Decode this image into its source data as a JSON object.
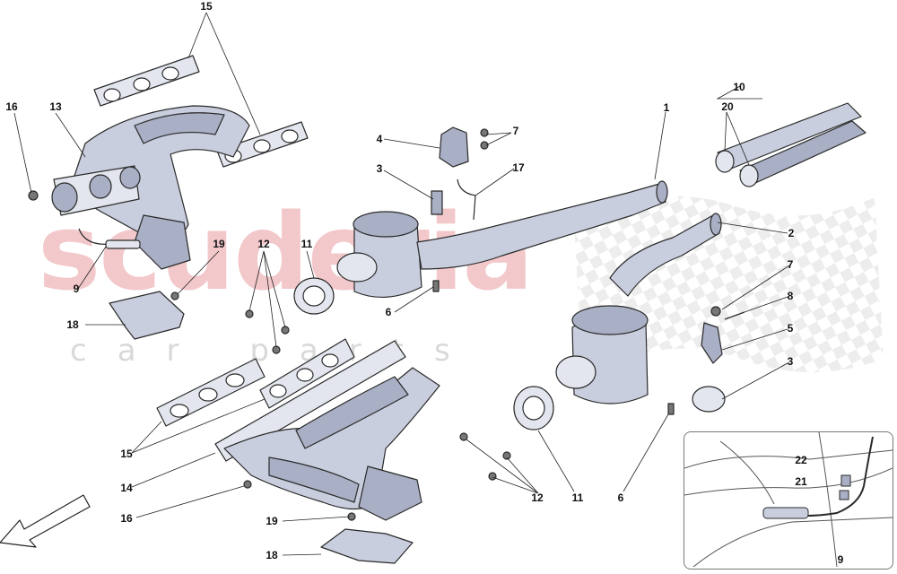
{
  "watermark": {
    "primary": "scuderia",
    "secondary": "car parts",
    "color_primary": "#f2c8cb",
    "color_checker": "#e6e6e6"
  },
  "colors": {
    "part_fill": "#c9cede",
    "part_shade": "#a9afc4",
    "part_light": "#e3e6ee",
    "outline": "#2a2a2a"
  },
  "callouts": [
    {
      "id": "1",
      "text": "1"
    },
    {
      "id": "2",
      "text": "2"
    },
    {
      "id": "3a",
      "text": "3"
    },
    {
      "id": "3b",
      "text": "3"
    },
    {
      "id": "4",
      "text": "4"
    },
    {
      "id": "5",
      "text": "5"
    },
    {
      "id": "6a",
      "text": "6"
    },
    {
      "id": "6b",
      "text": "6"
    },
    {
      "id": "7a",
      "text": "7"
    },
    {
      "id": "7b",
      "text": "7"
    },
    {
      "id": "8",
      "text": "8"
    },
    {
      "id": "9a",
      "text": "9"
    },
    {
      "id": "9b",
      "text": "9"
    },
    {
      "id": "10",
      "text": "10"
    },
    {
      "id": "11a",
      "text": "11"
    },
    {
      "id": "11b",
      "text": "11"
    },
    {
      "id": "12a",
      "text": "12"
    },
    {
      "id": "12b",
      "text": "12"
    },
    {
      "id": "13",
      "text": "13"
    },
    {
      "id": "14",
      "text": "14"
    },
    {
      "id": "15a",
      "text": "15"
    },
    {
      "id": "15b",
      "text": "15"
    },
    {
      "id": "16a",
      "text": "16"
    },
    {
      "id": "16b",
      "text": "16"
    },
    {
      "id": "17",
      "text": "17"
    },
    {
      "id": "18a",
      "text": "18"
    },
    {
      "id": "18b",
      "text": "18"
    },
    {
      "id": "19a",
      "text": "19"
    },
    {
      "id": "19b",
      "text": "19"
    },
    {
      "id": "20",
      "text": "20"
    },
    {
      "id": "21",
      "text": "21"
    },
    {
      "id": "22",
      "text": "22"
    }
  ]
}
